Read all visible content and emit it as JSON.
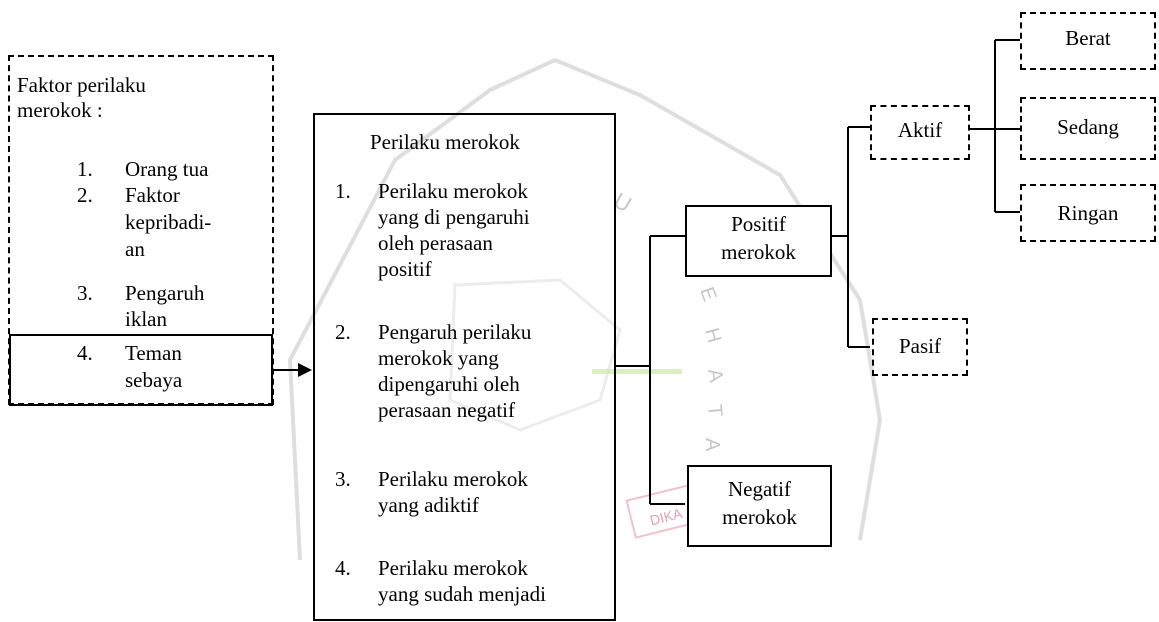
{
  "diagram": {
    "factors": {
      "title_line1": "Faktor perilaku",
      "title_line2": "merokok :",
      "items": [
        {
          "num": "1.",
          "lines": [
            "Orang tua"
          ]
        },
        {
          "num": "2.",
          "lines": [
            "Faktor",
            "kepribadi-",
            "an"
          ]
        },
        {
          "num": "3.",
          "lines": [
            "Pengaruh",
            "iklan"
          ]
        },
        {
          "num": "4.",
          "lines": [
            "Teman",
            "sebaya"
          ]
        }
      ]
    },
    "behavior": {
      "title": "Perilaku merokok",
      "items": [
        {
          "num": "1.",
          "lines": [
            "Perilaku merokok",
            "yang di pengaruhi",
            "oleh perasaan",
            "positif"
          ]
        },
        {
          "num": "2.",
          "lines": [
            "Pengaruh perilaku",
            "merokok yang",
            "dipengaruhi oleh",
            "perasaan negatif"
          ]
        },
        {
          "num": "3.",
          "lines": [
            "Perilaku merokok",
            "yang adiktif"
          ]
        },
        {
          "num": "4.",
          "lines": [
            "Perilaku merokok",
            "yang sudah menjadi"
          ]
        }
      ]
    },
    "positive": {
      "line1": "Positif",
      "line2": "merokok"
    },
    "negative": {
      "line1": "Negatif",
      "line2": "merokok"
    },
    "active": "Aktif",
    "passive": "Pasif",
    "heavy": "Berat",
    "medium": "Sedang",
    "light": "Ringan"
  },
  "colors": {
    "line": "#000000",
    "watermark": "#9a9a9a"
  }
}
